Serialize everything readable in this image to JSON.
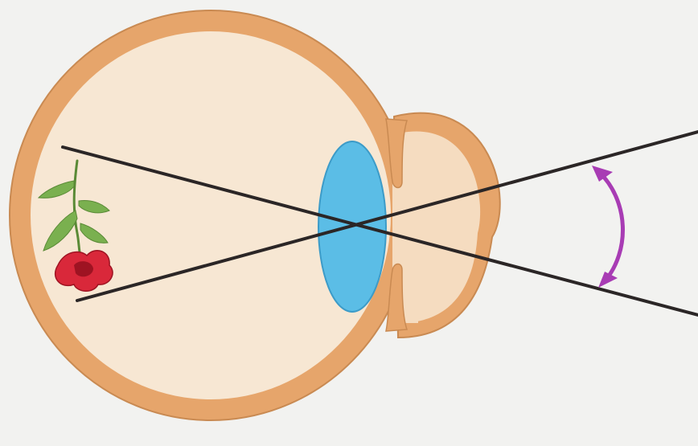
{
  "diagram": {
    "subject": "eye-visual-angle",
    "parts": [
      "eyeball",
      "cornea",
      "iris",
      "lens",
      "light-rays",
      "retinal-image-flower",
      "visual-angle-arrow"
    ]
  },
  "colors": {
    "background": "#f2f2f0",
    "sclera": "#e6a56b",
    "sclera_stroke": "#c98a52",
    "interior": "#f7e7d3",
    "cornea_fill": "#f5dcc0",
    "lens": "#5bbde6",
    "lens_stroke": "#3c9bc8",
    "ray": "#2b2626",
    "angle_arrow": "#a83cb4",
    "petal": "#d9283a",
    "petal_dark": "#9e1322",
    "leaf": "#7ab04f",
    "stem": "#5a8a36"
  }
}
